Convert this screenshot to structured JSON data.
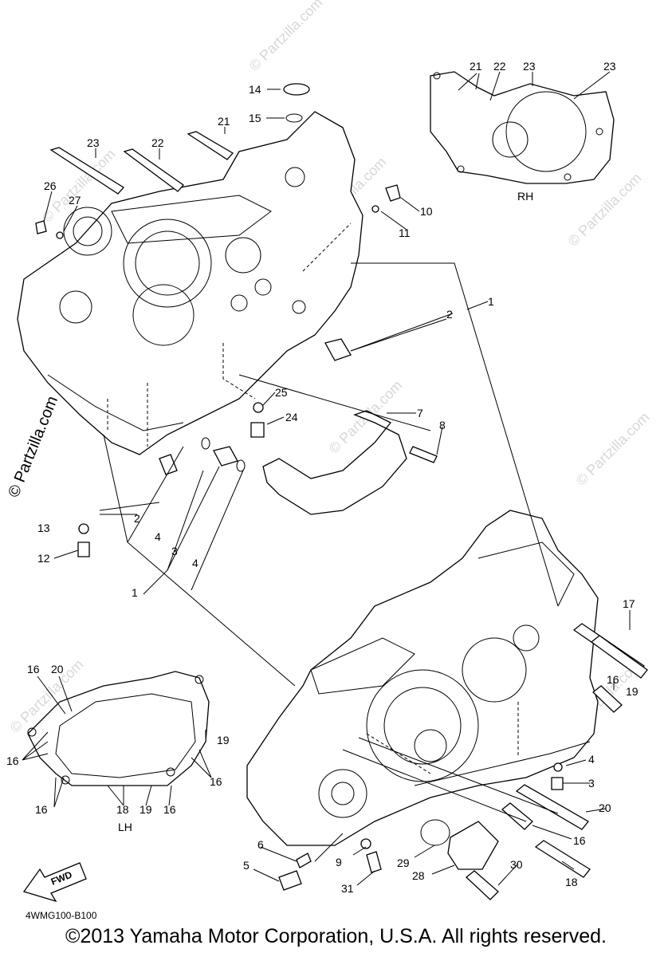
{
  "diagram": {
    "callouts": {
      "c1a": "1",
      "c1b": "1",
      "c2a": "2",
      "c2b": "2",
      "c3a": "3",
      "c3b": "3",
      "c4a": "4",
      "c4b": "4",
      "c4c": "4",
      "c5": "5",
      "c6": "6",
      "c7": "7",
      "c8": "8",
      "c9": "9",
      "c10": "10",
      "c11": "11",
      "c12": "12",
      "c13": "13",
      "c14": "14",
      "c15": "15",
      "c16a": "16",
      "c16b": "16",
      "c17": "17",
      "c18": "18",
      "c19a": "19",
      "c20a": "20",
      "c21": "21",
      "c22": "22",
      "c23": "23",
      "c24": "24",
      "c25": "25",
      "c26": "26",
      "c27": "27",
      "c28": "28",
      "c29": "29",
      "c30": "30",
      "c31": "31"
    },
    "rh_inset": {
      "label": "RH",
      "callouts": {
        "a": "21",
        "b": "22",
        "c": "23",
        "d": "23"
      }
    },
    "lh_inset": {
      "label": "LH",
      "callouts": {
        "a": "16",
        "b": "20",
        "c": "16",
        "d": "19",
        "e": "16",
        "f": "16",
        "g": "18",
        "h": "19",
        "i": "16"
      }
    },
    "fwd_label": "FWD",
    "part_code": "4WMG100-B100",
    "watermark": "© Partzilla.com",
    "watermark_faint": "© Partzilla.com"
  },
  "footer": {
    "copyright": "©2013 Yamaha Motor Corporation, U.S.A. All rights reserved."
  }
}
